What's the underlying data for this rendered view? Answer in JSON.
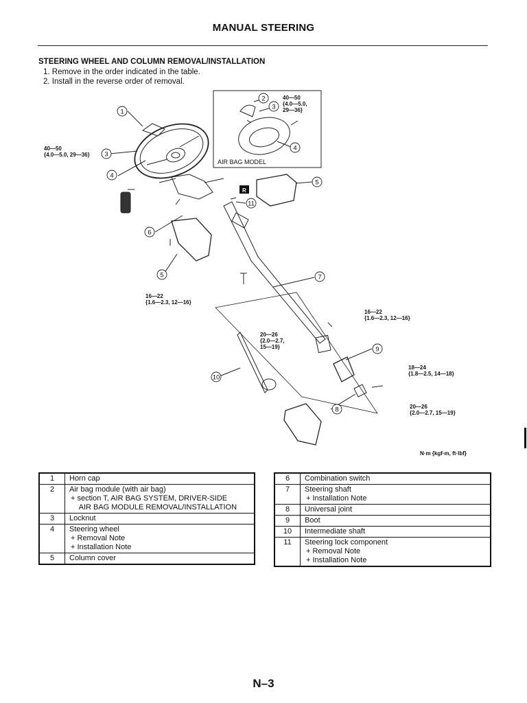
{
  "page": {
    "title": "MANUAL STEERING",
    "page_number": "N–3"
  },
  "section": {
    "heading": "STEERING WHEEL AND COLUMN REMOVAL/INSTALLATION",
    "steps": [
      "1. Remove in the order indicated in the table.",
      "2. Install in the reverse order of removal."
    ]
  },
  "diagram": {
    "inset_label": "AIR BAG MODEL",
    "r_badge": "R",
    "units_note": "N·m {kgf·m, ft·lbf}",
    "callouts": [
      "1",
      "2",
      "3",
      "3",
      "4",
      "4",
      "5",
      "5",
      "6",
      "7",
      "8",
      "9",
      "10",
      "11"
    ],
    "torques": {
      "inset_nut_line1": "40—50",
      "inset_nut_line2": "{4.0—5.0,",
      "inset_nut_line3": "29—36}",
      "locknut_line1": "40—50",
      "locknut_line2": "{4.0—5.0, 29—36}",
      "column_bolt_line1": "16—22",
      "column_bolt_line2": "{1.6—2.3, 12—16}",
      "shaft_nut_line1": "16—22",
      "shaft_nut_line2": "{1.6—2.3, 12—16}",
      "joint_bolt_line1": "20—26",
      "joint_bolt_line2": "{2.0—2.7,",
      "joint_bolt_line3": "15—19}",
      "boot_bolt_line1": "18—24",
      "boot_bolt_line2": "{1.8—2.5, 14—18}",
      "lower_bolt_line1": "20—26",
      "lower_bolt_line2": "{2.0—2.7, 15—19}"
    }
  },
  "tables": {
    "left": [
      {
        "num": "1",
        "name": "Horn cap",
        "notes": []
      },
      {
        "num": "2",
        "name": "Air bag module (with air bag)",
        "notes": [
          "+  section T, AIR BAG SYSTEM, DRIVER-SIDE",
          "    AIR BAG MODULE REMOVAL/INSTALLATION"
        ]
      },
      {
        "num": "3",
        "name": "Locknut",
        "notes": []
      },
      {
        "num": "4",
        "name": "Steering wheel",
        "notes": [
          "+  Removal Note",
          "+  Installation Note"
        ]
      },
      {
        "num": "5",
        "name": "Column cover",
        "notes": []
      }
    ],
    "right": [
      {
        "num": "6",
        "name": "Combination switch",
        "notes": []
      },
      {
        "num": "7",
        "name": "Steering shaft",
        "notes": [
          "+  Installation Note"
        ]
      },
      {
        "num": "8",
        "name": "Universal joint",
        "notes": []
      },
      {
        "num": "9",
        "name": "Boot",
        "notes": []
      },
      {
        "num": "10",
        "name": "Intermediate shaft",
        "notes": []
      },
      {
        "num": "11",
        "name": "Steering lock component",
        "notes": [
          "+  Removal Note",
          "+  Installation Note"
        ]
      }
    ]
  }
}
